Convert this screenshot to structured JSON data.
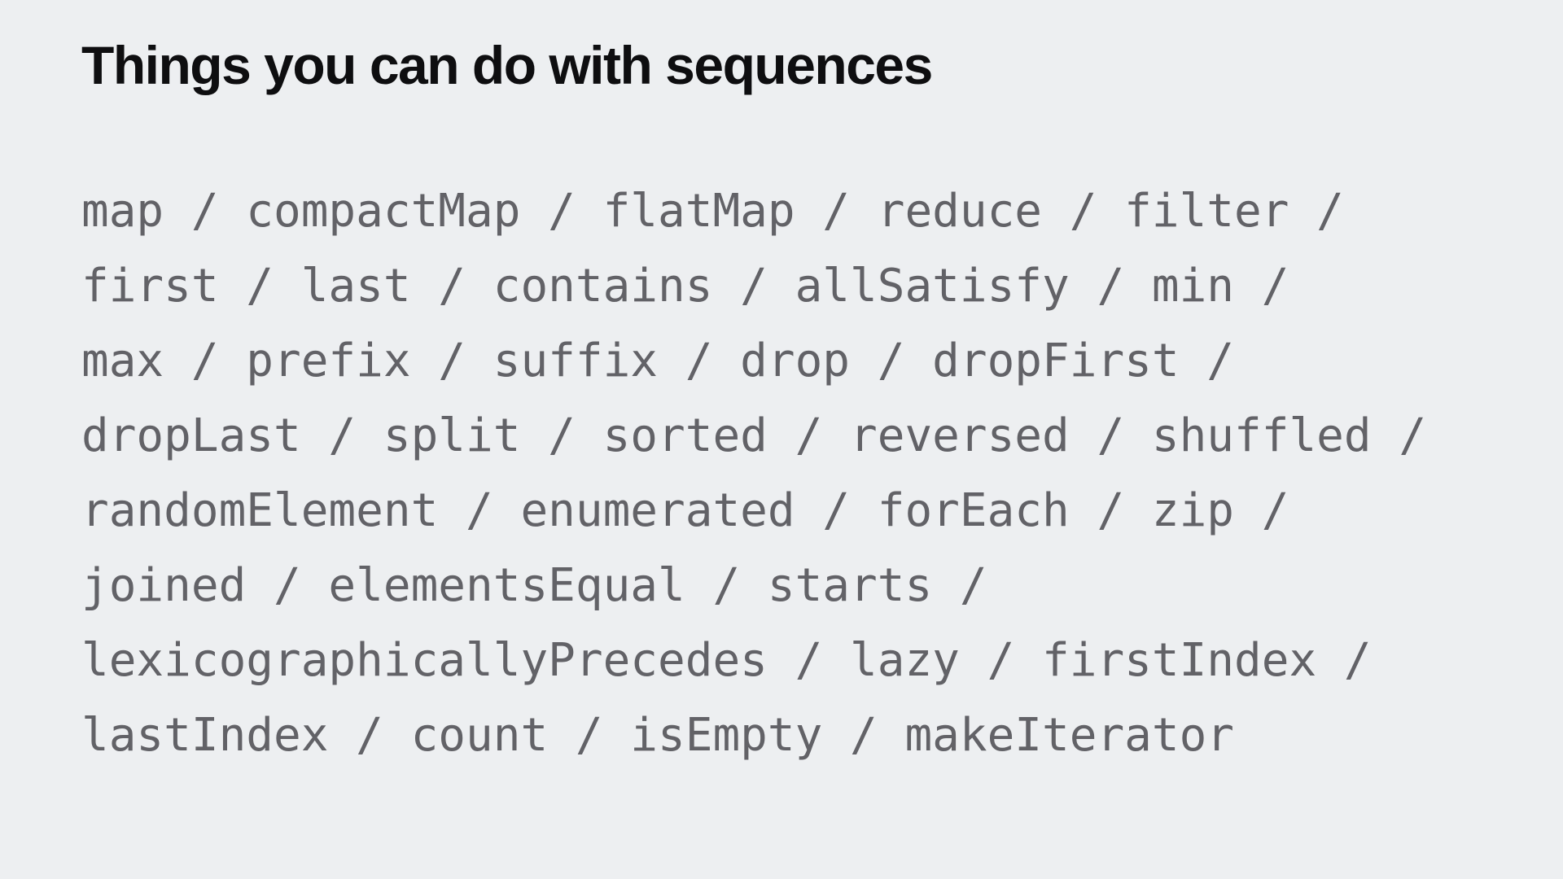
{
  "slide": {
    "title": "Things you can do with sequences",
    "body_lines": [
      "map / compactMap / flatMap / reduce / filter /",
      "first / last / contains / allSatisfy / min /",
      "max / prefix / suffix / drop / dropFirst /",
      "dropLast / split / sorted / reversed / shuffled /",
      "randomElement / enumerated / forEach / zip /",
      "joined / elementsEqual / starts /",
      "lexicographicallyPrecedes / lazy / firstIndex /",
      "lastIndex / count / isEmpty / makeIterator"
    ],
    "colors": {
      "background": "#edeff1",
      "title": "#0e0e10",
      "body_text": "#626267"
    }
  }
}
